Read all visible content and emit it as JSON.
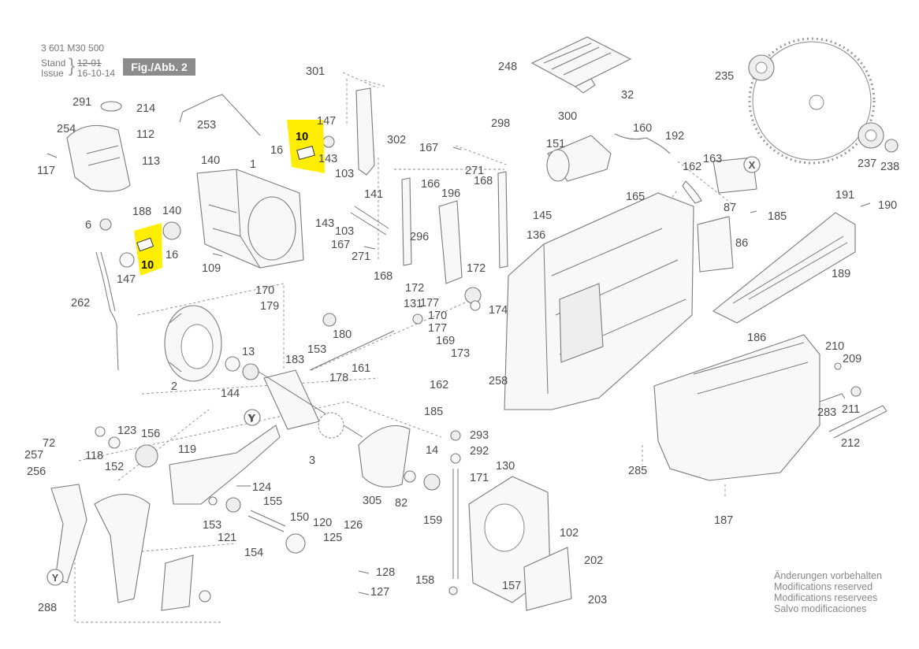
{
  "header": {
    "part_number": "3 601 M30 500",
    "stand_label": "Stand",
    "issue_label": "Issue",
    "stand_date": "12-01",
    "issue_date": "16-10-14",
    "figure_label": "Fig./Abb. 2"
  },
  "footer": {
    "lines": [
      "Änderungen vorbehalten",
      "Modifications reserved",
      "Modifications reservees",
      "Salvo modificaciones"
    ]
  },
  "highlight_color": "#ffee00",
  "highlighted_part": "10",
  "circle_markers": [
    "X",
    "Y",
    "Y"
  ],
  "part_labels": [
    "301",
    "248",
    "235",
    "291",
    "214",
    "147",
    "254",
    "112",
    "253",
    "10",
    "16",
    "143",
    "302",
    "298",
    "300",
    "32",
    "117",
    "1",
    "167",
    "271",
    "168",
    "151",
    "160",
    "192",
    "237",
    "238",
    "113",
    "140",
    "103",
    "141",
    "166",
    "196",
    "162",
    "163",
    "188",
    "140",
    "145",
    "191",
    "190",
    "143",
    "103",
    "6",
    "136",
    "87",
    "185",
    "10",
    "16",
    "296",
    "165",
    "86",
    "147",
    "167",
    "271",
    "168",
    "172",
    "109",
    "189",
    "262",
    "170",
    "179",
    "172",
    "131",
    "177",
    "174",
    "180",
    "170",
    "177",
    "153",
    "169",
    "186",
    "210",
    "183",
    "173",
    "209",
    "2",
    "144",
    "13",
    "178",
    "161",
    "162",
    "258",
    "283",
    "211",
    "185",
    "212",
    "Y",
    "123",
    "156",
    "72",
    "118",
    "3",
    "293",
    "257",
    "152",
    "14",
    "292",
    "256",
    "119",
    "130",
    "305",
    "82",
    "171",
    "285",
    "124",
    "155",
    "159",
    "153",
    "102",
    "150",
    "120",
    "126",
    "187",
    "121",
    "125",
    "154",
    "202",
    "128",
    "158",
    "157",
    "127",
    "203",
    "288"
  ]
}
